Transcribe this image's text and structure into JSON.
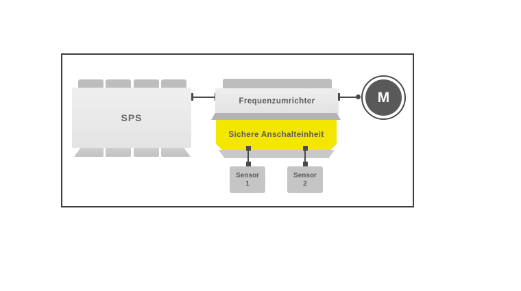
{
  "diagram": {
    "blocks": {
      "sps": {
        "label": "SPS"
      },
      "frequency_converter": {
        "label": "Frequenzumrichter"
      },
      "safe_connection_unit": {
        "label": "Sichere Anschalteinheit"
      },
      "sensor1": {
        "line1": "Sensor",
        "line2": "1"
      },
      "sensor2": {
        "line1": "Sensor",
        "line2": "2"
      },
      "motor": {
        "label": "M"
      }
    },
    "colors": {
      "highlight_yellow": "#f3e600",
      "block_light_gray": "#e9e9e9",
      "tab_gray": "#bdbdbd",
      "sensor_gray": "#c5c5c5",
      "motor_fill": "#595959",
      "line_dark": "#4a4a4c",
      "text_dark": "#58585a",
      "frame_border": "#3d3d40"
    }
  }
}
